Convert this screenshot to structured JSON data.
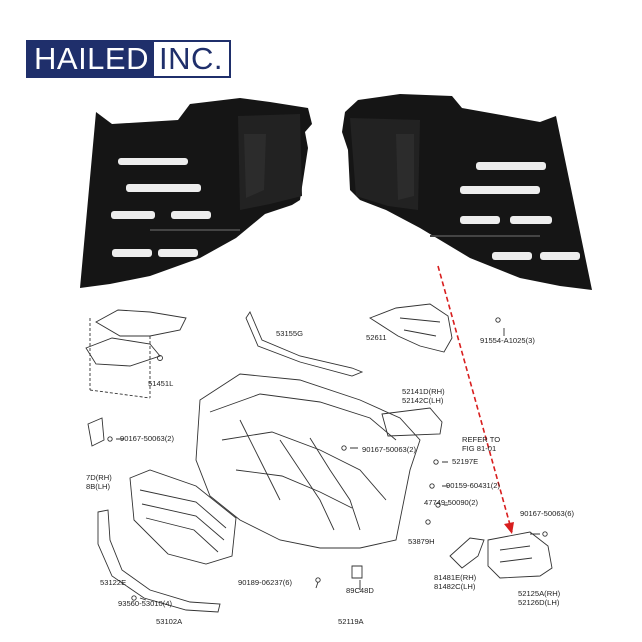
{
  "brand": {
    "left": "HAILED",
    "right": "INC."
  },
  "labels": [
    {
      "id": "p53155g",
      "text": "53155G"
    },
    {
      "id": "p52611",
      "text": "52611"
    },
    {
      "id": "p91554",
      "text": "91554-A1025(3)"
    },
    {
      "id": "p51451l",
      "text": "51451L"
    },
    {
      "id": "p52141d",
      "text": "52141D(RH)"
    },
    {
      "id": "p52142c",
      "text": "52142C(LH)"
    },
    {
      "id": "p90167a",
      "text": "90167-50063(2)"
    },
    {
      "id": "p90167b",
      "text": "90167-50063(2)"
    },
    {
      "id": "prefer1",
      "text": "REFER TO"
    },
    {
      "id": "prefer2",
      "text": "FIG 81-01"
    },
    {
      "id": "p52197e",
      "text": "52197E"
    },
    {
      "id": "p7drh",
      "text": "7D(RH)"
    },
    {
      "id": "p8blh",
      "text": "8B(LH)"
    },
    {
      "id": "p90159",
      "text": "90159-60431(2)"
    },
    {
      "id": "p47749",
      "text": "47749-50090(2)"
    },
    {
      "id": "p90167c",
      "text": "90167-50063(6)"
    },
    {
      "id": "p53879h",
      "text": "53879H"
    },
    {
      "id": "p53122e",
      "text": "53122E"
    },
    {
      "id": "p90189",
      "text": "90189-06237(6)"
    },
    {
      "id": "p81481e",
      "text": "81481E(RH)"
    },
    {
      "id": "p81482c",
      "text": "81482C(LH)"
    },
    {
      "id": "p52125a",
      "text": "52125A(RH)"
    },
    {
      "id": "p52126d",
      "text": "52126D(LH)"
    },
    {
      "id": "p93560",
      "text": "93560-53010(4)"
    },
    {
      "id": "p89c48d",
      "text": "89C48D"
    },
    {
      "id": "p53102a",
      "text": "53102A"
    },
    {
      "id": "p52119a",
      "text": "52119A"
    }
  ],
  "colors": {
    "brand": "#1f2f6b",
    "part": "#151515",
    "callout": "#d81e1e",
    "line": "#333333"
  }
}
